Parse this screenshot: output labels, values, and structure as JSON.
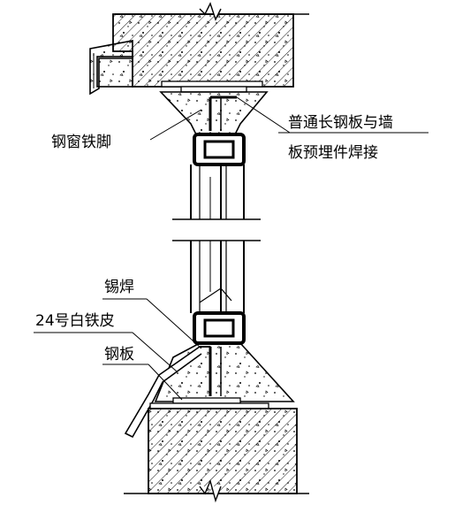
{
  "labels": {
    "steel_window_foot": "钢窗铁脚",
    "weld_note_line1": "普通长钢板与墙",
    "weld_note_line2": "板预埋件焊接",
    "tin_solder": "锡焊",
    "white_iron_sheet": "24号白铁皮",
    "steel_plate": "钢板"
  }
}
